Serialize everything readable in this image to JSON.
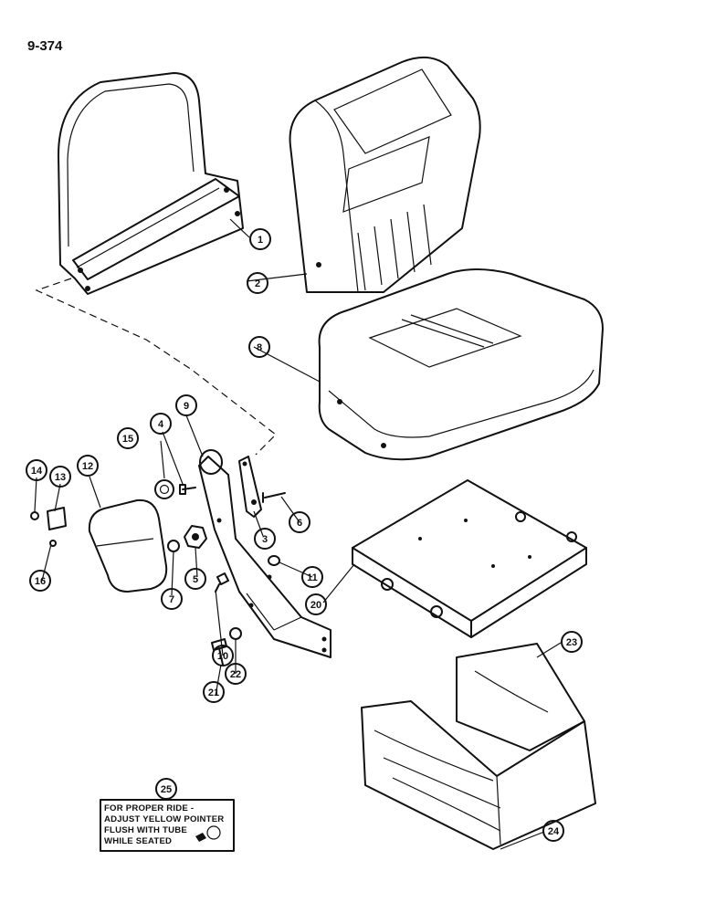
{
  "diagram": {
    "page_code": "9-374",
    "callouts": [
      {
        "id": "c1",
        "label": "1"
      },
      {
        "id": "c2",
        "label": "2"
      },
      {
        "id": "c3",
        "label": "3"
      },
      {
        "id": "c4",
        "label": "4"
      },
      {
        "id": "c5",
        "label": "5"
      },
      {
        "id": "c6",
        "label": "6"
      },
      {
        "id": "c7",
        "label": "7"
      },
      {
        "id": "c8",
        "label": "8"
      },
      {
        "id": "c9",
        "label": "9"
      },
      {
        "id": "c10",
        "label": "10"
      },
      {
        "id": "c11",
        "label": "11"
      },
      {
        "id": "c12",
        "label": "12"
      },
      {
        "id": "c13",
        "label": "13"
      },
      {
        "id": "c14",
        "label": "14"
      },
      {
        "id": "c15",
        "label": "15"
      },
      {
        "id": "c16",
        "label": "16"
      },
      {
        "id": "c20",
        "label": "20"
      },
      {
        "id": "c21",
        "label": "21"
      },
      {
        "id": "c22",
        "label": "22"
      },
      {
        "id": "c23",
        "label": "23"
      },
      {
        "id": "c24",
        "label": "24"
      },
      {
        "id": "c25",
        "label": "25"
      }
    ],
    "decal_lines": [
      "FOR PROPER RIDE -",
      "ADJUST YELLOW POINTER",
      "FLUSH WITH TUBE",
      "WHILE SEATED"
    ]
  }
}
